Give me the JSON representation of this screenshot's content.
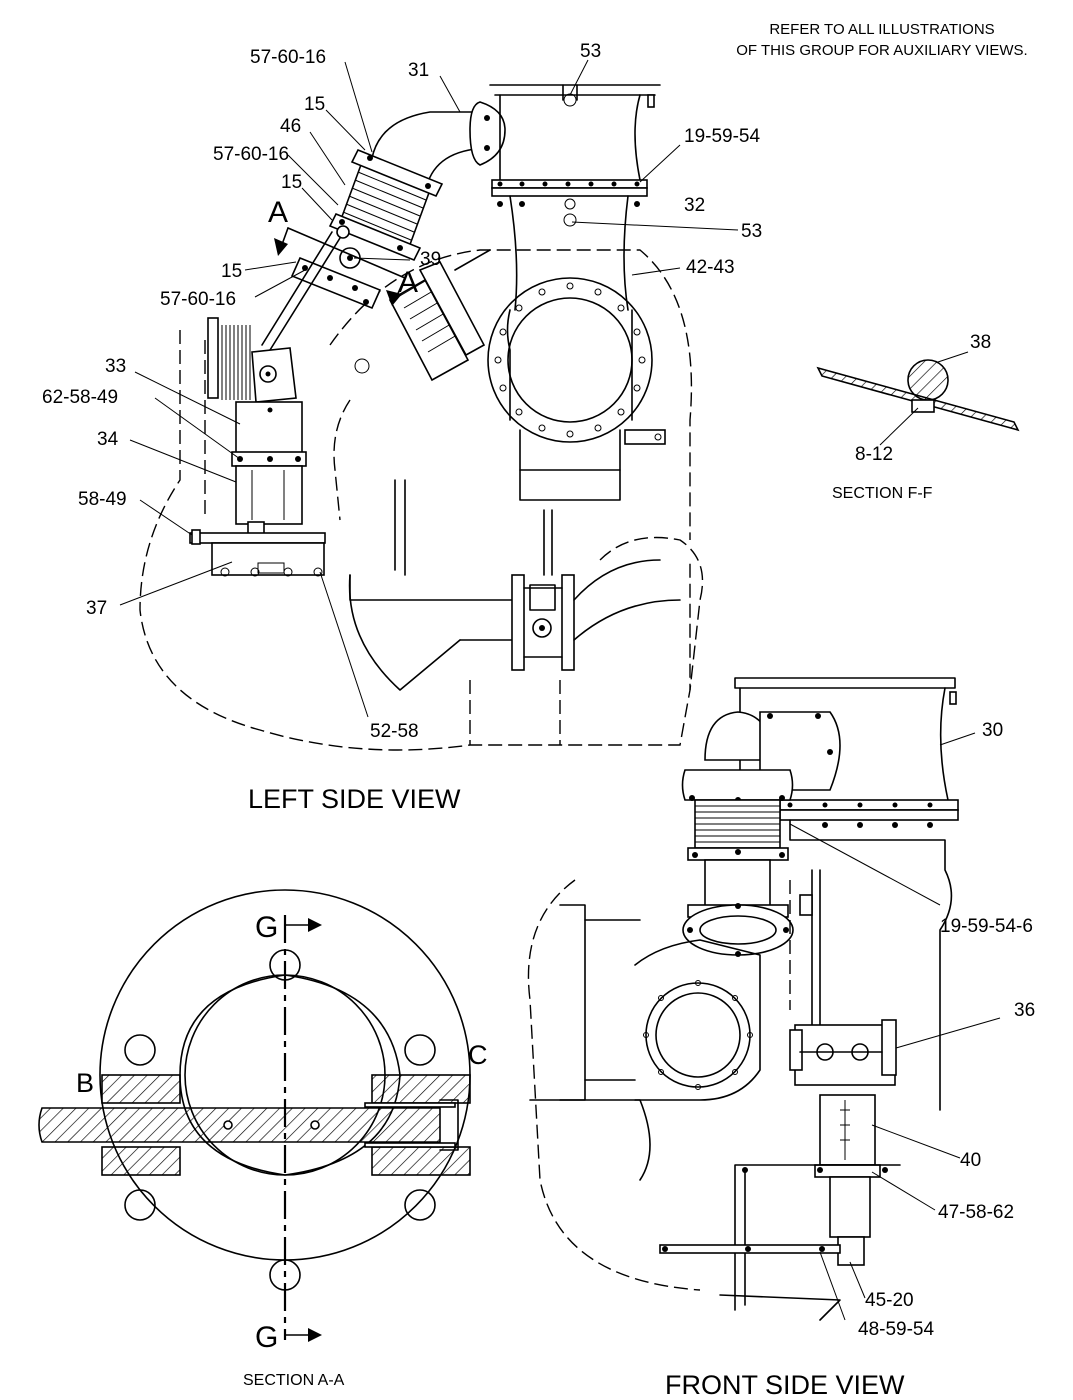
{
  "note": {
    "line1": "REFER TO ALL ILLUSTRATIONS",
    "line2": "OF THIS GROUP FOR AUXILIARY VIEWS."
  },
  "views": {
    "left": "LEFT SIDE VIEW",
    "front": "FRONT SIDE VIEW",
    "section_ff": "SECTION F-F",
    "section_aa": "SECTION A-A"
  },
  "section_marks": {
    "a": "A",
    "g": "G",
    "b": "B",
    "c": "C"
  },
  "callouts": {
    "c_57_60_16_top": "57-60-16",
    "c_31": "31",
    "c_53_top": "53",
    "c_15_top": "15",
    "c_46": "46",
    "c_57_60_16_mid": "57-60-16",
    "c_15_mid": "15",
    "c_19_59_54": "19-59-54",
    "c_32": "32",
    "c_53_mid": "53",
    "c_15_low": "15",
    "c_39": "39",
    "c_42_43": "42-43",
    "c_57_60_16_low": "57-60-16",
    "c_33": "33",
    "c_62_58_49": "62-58-49",
    "c_34": "34",
    "c_58_49": "58-49",
    "c_37": "37",
    "c_52_58": "52-58",
    "c_38": "38",
    "c_8_12": "8-12",
    "c_30": "30",
    "c_19_59_54_6": "19-59-54-6",
    "c_36": "36",
    "c_40": "40",
    "c_47_58_62": "47-58-62",
    "c_45_20": "45-20",
    "c_48_59_54": "48-59-54"
  }
}
